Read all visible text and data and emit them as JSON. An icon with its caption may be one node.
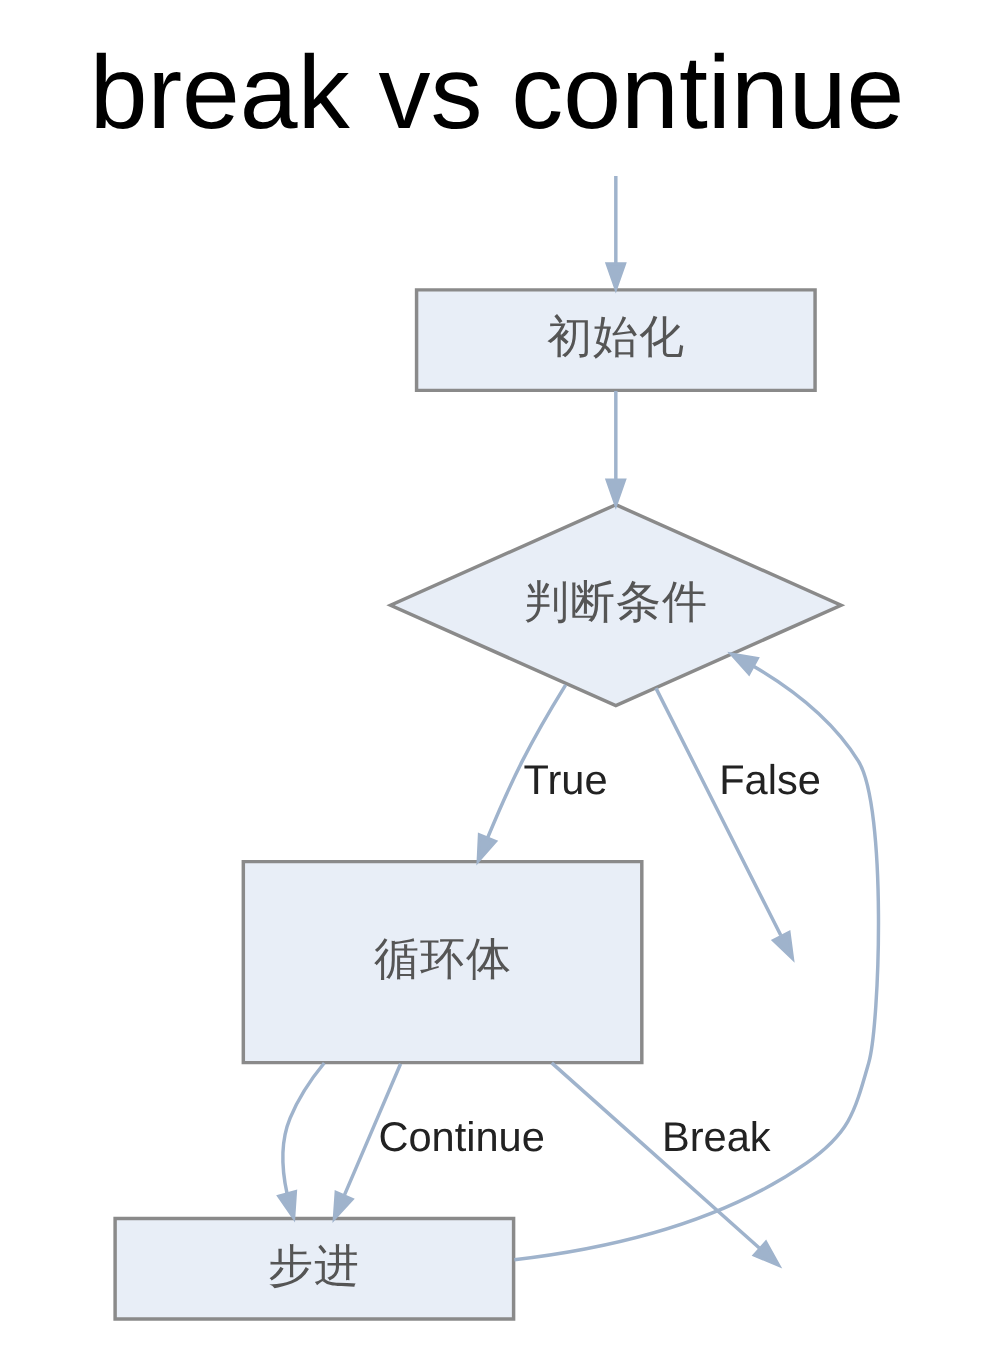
{
  "diagram": {
    "title": "break vs continue",
    "nodes": [
      {
        "text": [
          "初始化"
        ]
      },
      {
        "text": [
          "判断条件"
        ]
      },
      {
        "text": [
          "循环体"
        ]
      },
      {
        "text": [
          "步进"
        ]
      }
    ],
    "edges": [
      {
        "from": null,
        "to": 0,
        "arrow": "to"
      },
      {
        "from": 0,
        "to": 1,
        "arrow": "to"
      },
      {
        "from": 1,
        "to": 2,
        "arrow": "to",
        "label": "True"
      },
      {
        "from": 2,
        "to": 3,
        "arrow": "to"
      },
      {
        "from": 2,
        "to": 3,
        "arrow": "to",
        "label": "Continue"
      },
      {
        "from": 3,
        "to": 1,
        "arrow": "to"
      },
      {
        "from": 2,
        "to": null,
        "arrow": "to",
        "label": "Break"
      },
      {
        "from": 1,
        "to": null,
        "arrow": "to",
        "label": "False"
      }
    ]
  }
}
